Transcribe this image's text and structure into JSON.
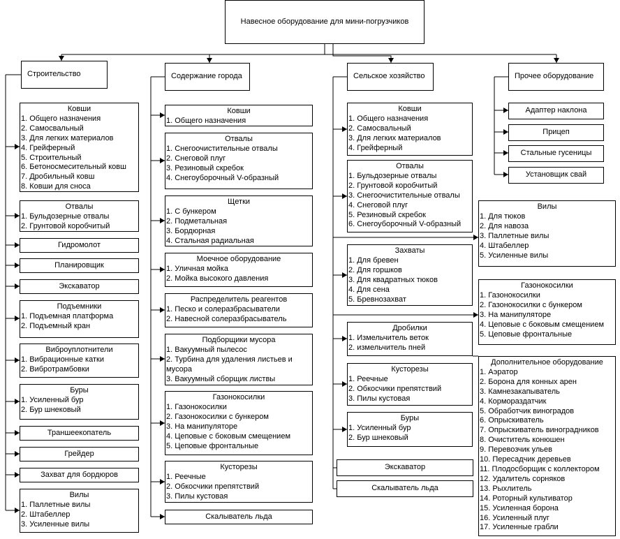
{
  "root": "Навесное оборудование для мини-погрузчиков",
  "columns": {
    "construction": {
      "title": "Строительство",
      "boxes": [
        {
          "title": "Ковши",
          "items": [
            "1. Общего назначения",
            "2. Самосвальный",
            "3. Для легких материалов",
            "4. Грейферный",
            "5. Строительный",
            "6. Бетоносмесительный ковш",
            "7. Дробильный ковш",
            "8. Ковши для сноса"
          ]
        },
        {
          "title": "Отвалы",
          "items": [
            "1. Бульдозерные отвалы",
            "2. Грунтовой коробчитый"
          ]
        },
        {
          "title": "Гидромолот",
          "items": []
        },
        {
          "title": "Планировщик",
          "items": []
        },
        {
          "title": "Экскаватор",
          "items": []
        },
        {
          "title": "Подъемники",
          "items": [
            "1. Подъемная платформа",
            "2. Подъемный кран"
          ]
        },
        {
          "title": "Виброуплотнители",
          "items": [
            "1. Вибрационные катки",
            "2. Вибротрамбовки"
          ]
        },
        {
          "title": "Буры",
          "items": [
            "1. Усиленный бур",
            "2. Бур шнековый"
          ]
        },
        {
          "title": "Траншеекопатель",
          "items": []
        },
        {
          "title": "Грейдер",
          "items": []
        },
        {
          "title": "Захват для бордюров",
          "items": []
        },
        {
          "title": "Вилы",
          "items": [
            "1. Паллетные вилы",
            "2. Штабеллер",
            "3. Усиленные вилы"
          ]
        }
      ]
    },
    "city": {
      "title": "Содержание города",
      "boxes": [
        {
          "title": "Ковши",
          "items": [
            "1. Общего назначения"
          ]
        },
        {
          "title": "Отвалы",
          "items": [
            "1. Снегоочистительные отвалы",
            "2. Снеговой плуг",
            "3. Резиновый скребок",
            "4. Снегоуборочный V-образный"
          ]
        },
        {
          "title": "Щетки",
          "items": [
            "1. С бункером",
            "2. Подметальная",
            "3. Бордюрная",
            "4. Стальная радиальная"
          ]
        },
        {
          "title": "Моечное оборудование",
          "items": [
            "1. Уличная мойка",
            "2. Мойка высокого давления"
          ]
        },
        {
          "title": "Распределитель реагентов",
          "items": [
            "1. Песко и солеразбрасыватели",
            "2. Навесной солеразбрасыватель"
          ]
        },
        {
          "title": "Подборщики мусора",
          "items": [
            "1. Вакуумный пылесос",
            "2. Турбина для удаления листьев и",
            "мусора",
            "3. Вакуумный сборщик листвы"
          ]
        },
        {
          "title": "Газонокосилки",
          "items": [
            "1. Газонокосилки",
            "2. Газонокосилки с бункером",
            "3. На манипуляторе",
            "4. Цеповые с боковым смещением",
            "5. Цеповые фронтальные"
          ]
        },
        {
          "title": "Кусторезы",
          "items": [
            "1. Реечные",
            "2. Обкосчики препятствий",
            "3. Пилы кустовая"
          ]
        },
        {
          "title": "Скалыватель льда",
          "items": []
        }
      ]
    },
    "agro": {
      "title": "Сельское хозяйство",
      "boxes": [
        {
          "title": "Ковши",
          "items": [
            "1. Общего назначения",
            "2. Самосвальный",
            "3. Для легких материалов",
            "4. Грейферный"
          ]
        },
        {
          "title": "Отвалы",
          "items": [
            "1. Бульдозерные отвалы",
            "2. Грунтовой коробчитый",
            "3. Снегоочистительные отвалы",
            "4. Снеговой плуг",
            "5. Резиновый скребок",
            "6. Снегоуборочный V-образный"
          ]
        },
        {
          "title": "Захваты",
          "items": [
            "1. Для бревен",
            "2. Для горшков",
            "3. Для квадратных тюков",
            "4. Для сена",
            "5. Бревнозахват"
          ]
        },
        {
          "title": "Дробилки",
          "items": [
            "1. Измельчитель веток",
            "2. измельчитель пней"
          ]
        },
        {
          "title": "Кусторезы",
          "items": [
            "1. Реечные",
            "2. Обкосчики препятствий",
            "3. Пилы кустовая"
          ]
        },
        {
          "title": "Буры",
          "items": [
            "1. Усиленный бур",
            "2. Бур шнековый"
          ]
        },
        {
          "title": "Экскаватор",
          "items": []
        },
        {
          "title": "Скалыватель льда",
          "items": []
        },
        {
          "title": "Вилы",
          "items": [
            "1. Для тюков",
            "2. Для навоза",
            "3. Паллетные вилы",
            "4. Штабеллер",
            "5. Усиленные вилы"
          ]
        },
        {
          "title": "Газонокосилки",
          "items": [
            "1. Газонокосилки",
            "2. Газонокосилки с бункером",
            "3. На манипуляторе",
            "4. Цеповые с боковым смещением",
            "5. Цеповые фронтальные"
          ]
        },
        {
          "title": "Дополнительное оборудование",
          "items": [
            "1. Аэратор",
            "2. Борона для конных арен",
            "3. Камнезакапыватель",
            "4. Кормораздатчик",
            "5. Обработчик виноградов",
            "6. Опрыскиватель",
            "7. Опрыскиватель виноградников",
            "8. Очиститель конюшен",
            "9. Перевозчик ульев",
            "10. Пересадчик деревьев",
            "11. Плодосборщик с коллектором",
            "12. Удалитель сорняков",
            "13. Рыхлитель",
            "14. Роторный культиватор",
            "15. Усиленная борона",
            "16. Усиленный плуг",
            "17. Усиленные грабли"
          ]
        }
      ]
    },
    "other": {
      "title": "Прочее оборудование",
      "boxes": [
        {
          "title": "Адаптер наклона",
          "items": []
        },
        {
          "title": "Прицеп",
          "items": []
        },
        {
          "title": "Стальные гусеницы",
          "items": []
        },
        {
          "title": "Установщик свай",
          "items": []
        }
      ]
    }
  }
}
